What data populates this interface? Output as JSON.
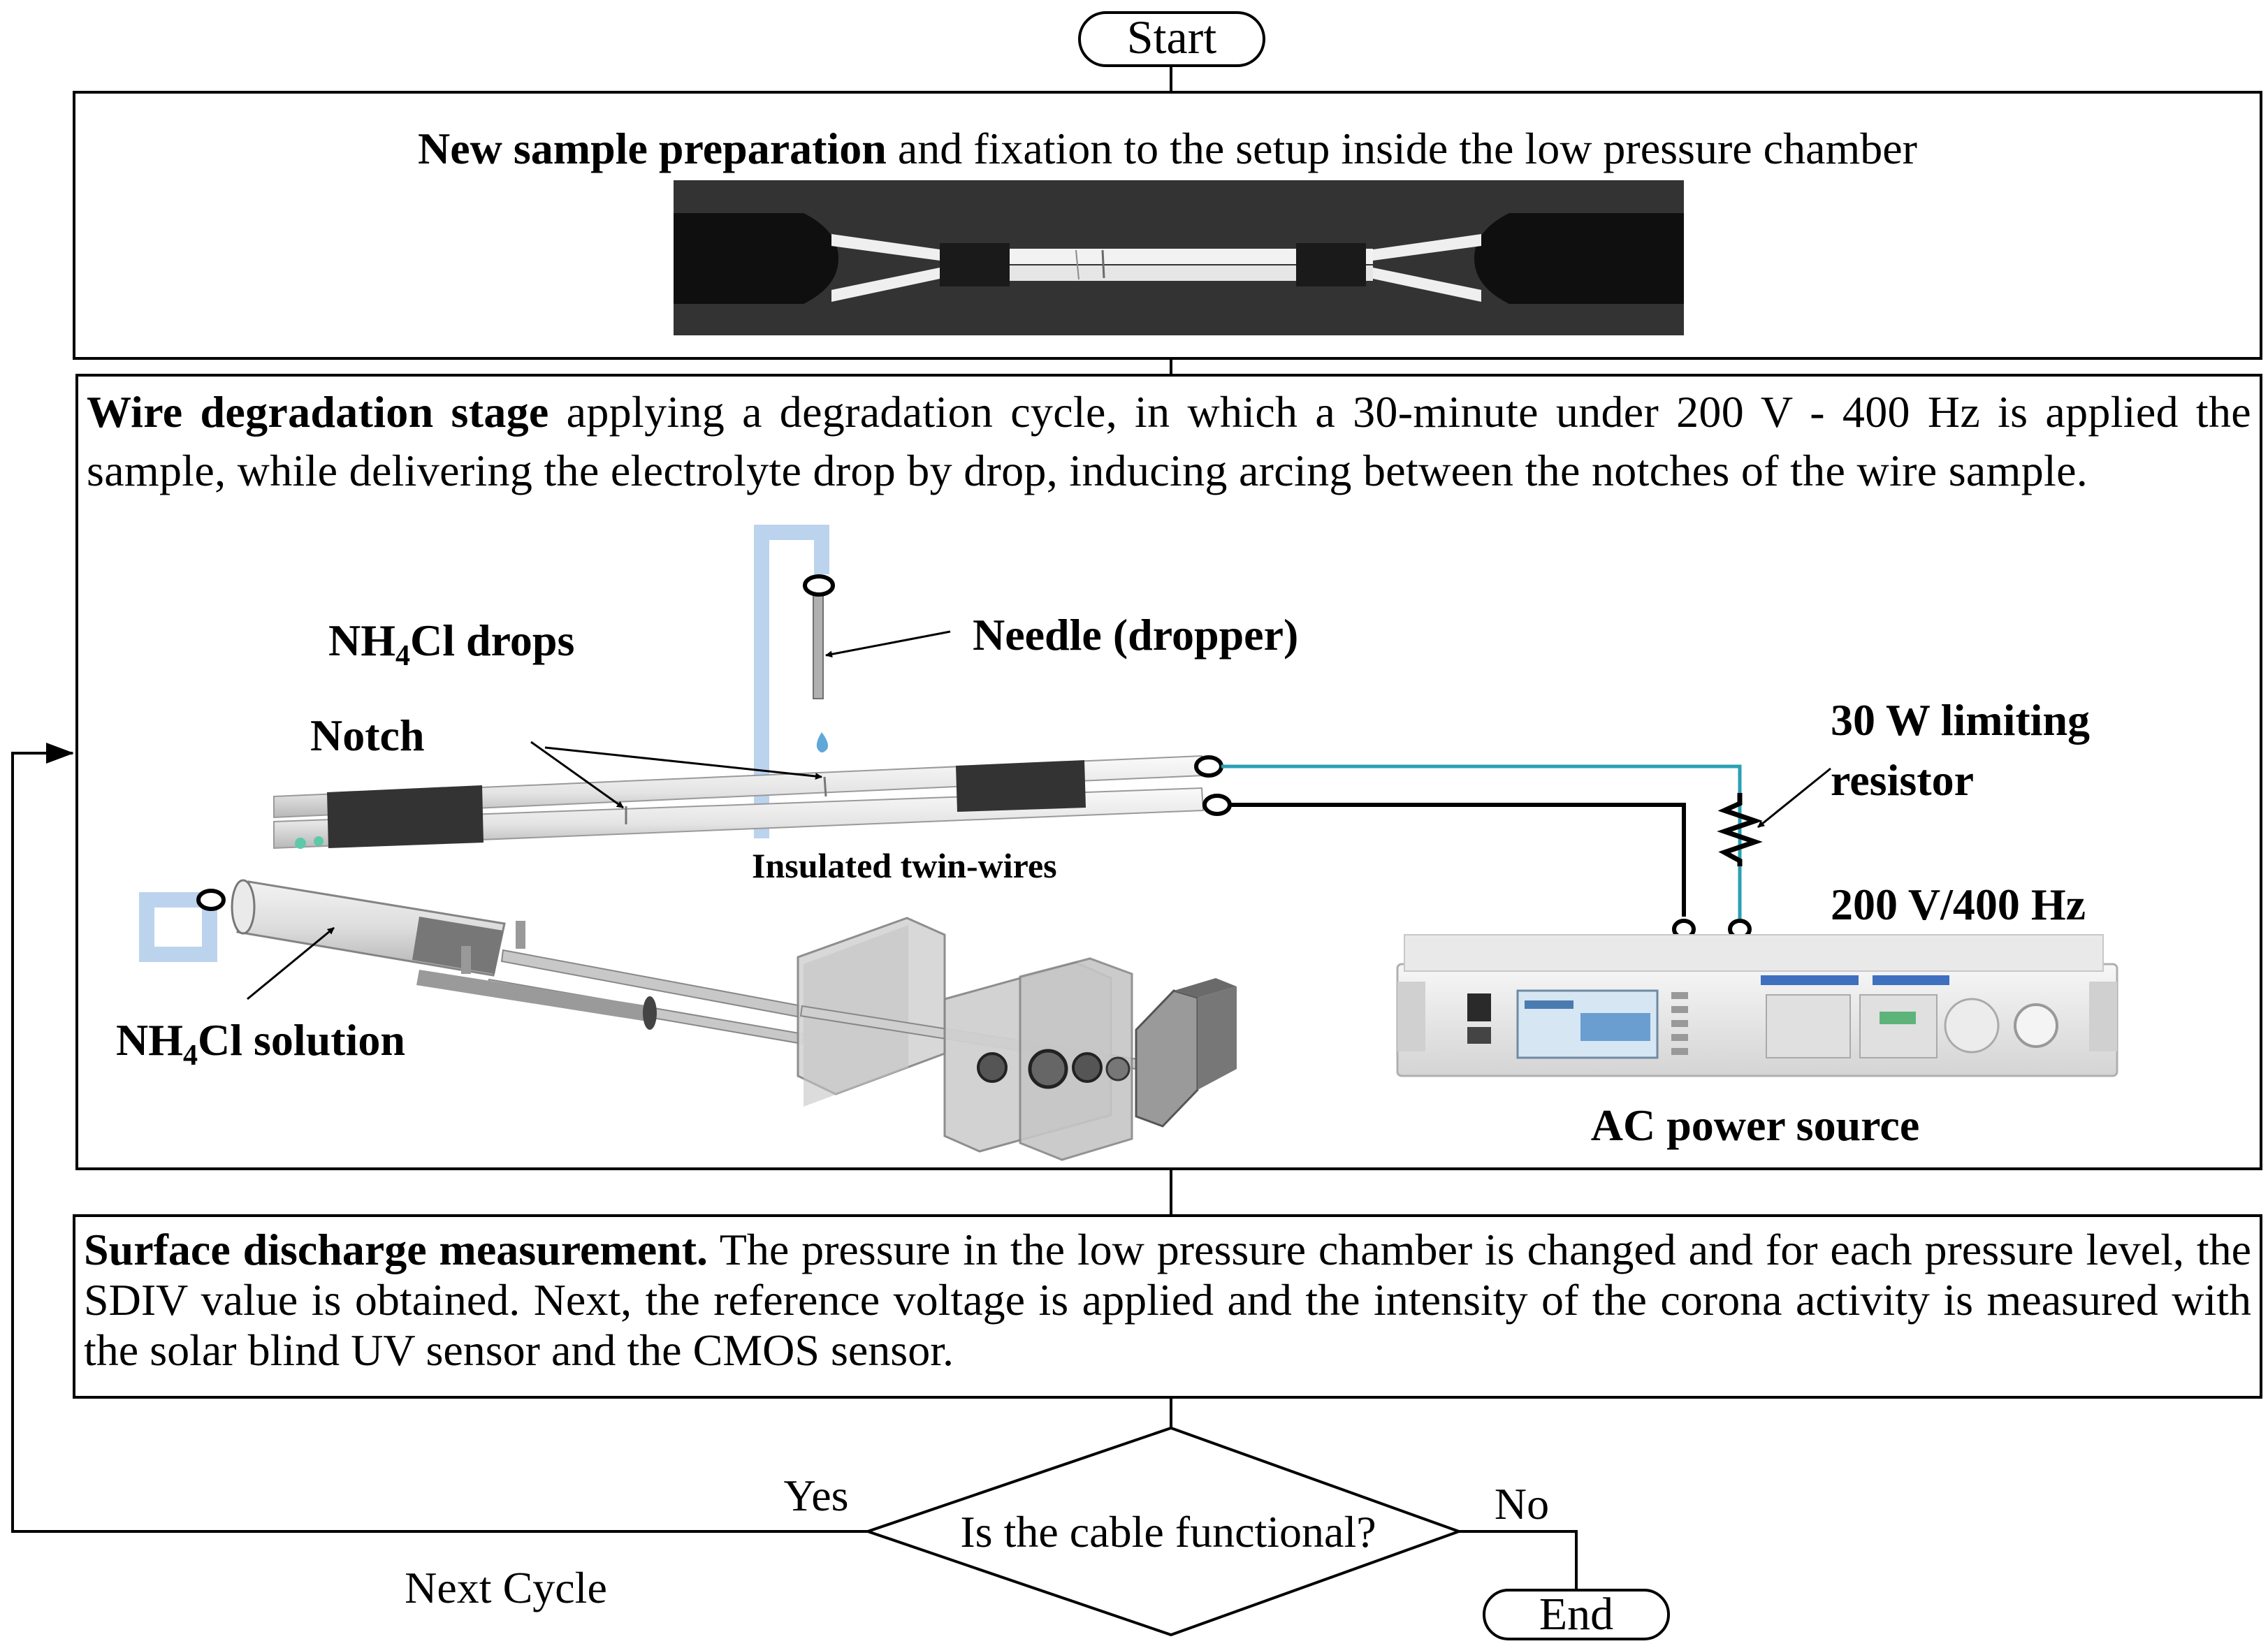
{
  "terminals": {
    "start": "Start",
    "end": "End"
  },
  "step1": {
    "bold": "New sample preparation",
    "rest": " and fixation to the setup inside the low pressure chamber"
  },
  "step2": {
    "bold": "Wire degradation stage",
    "rest": " applying a degradation cycle, in which a 30-minute under 200 V - 400 Hz is applied the sample, while delivering the electrolyte  drop by drop, inducing arcing between the notches of the wire sample."
  },
  "step3": {
    "bold": "Surface discharge measurement.",
    "rest": " The pressure in the low pressure chamber is changed and for each pressure level, the SDIV value is obtained. Next, the reference voltage is applied and the intensity of the corona activity is measured with the solar blind UV sensor and the CMOS sensor."
  },
  "labels": {
    "drops_pre": "NH",
    "drops_sub": "4",
    "drops_post": "Cl drops",
    "needle": "Needle (dropper)",
    "notch": "Notch",
    "twin_wires": "Insulated twin-wires",
    "resistor_line1": "30 W limiting",
    "resistor_line2": "resistor",
    "voltage": "200 V/400 Hz",
    "solution_pre": "NH",
    "solution_sub": "4",
    "solution_post": "Cl solution",
    "ac_source": "AC power source"
  },
  "decision": {
    "question": "Is the cable functional?",
    "yes": "Yes",
    "no": "No",
    "loop": "Next Cycle"
  },
  "colors": {
    "tube": "#bcd3ee",
    "wire_cyan": "#2aa0b4",
    "tape": "#333333"
  }
}
